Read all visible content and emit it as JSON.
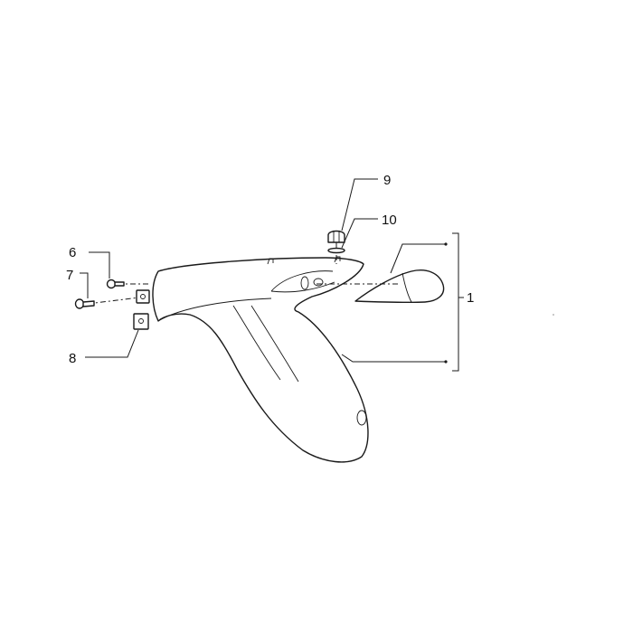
{
  "callouts": {
    "c1": "1",
    "c6": "6",
    "c7": "7",
    "c8": "8",
    "c9": "9",
    "c10": "10"
  },
  "colors": {
    "line": "#1a1a1a",
    "background": "#ffffff"
  }
}
